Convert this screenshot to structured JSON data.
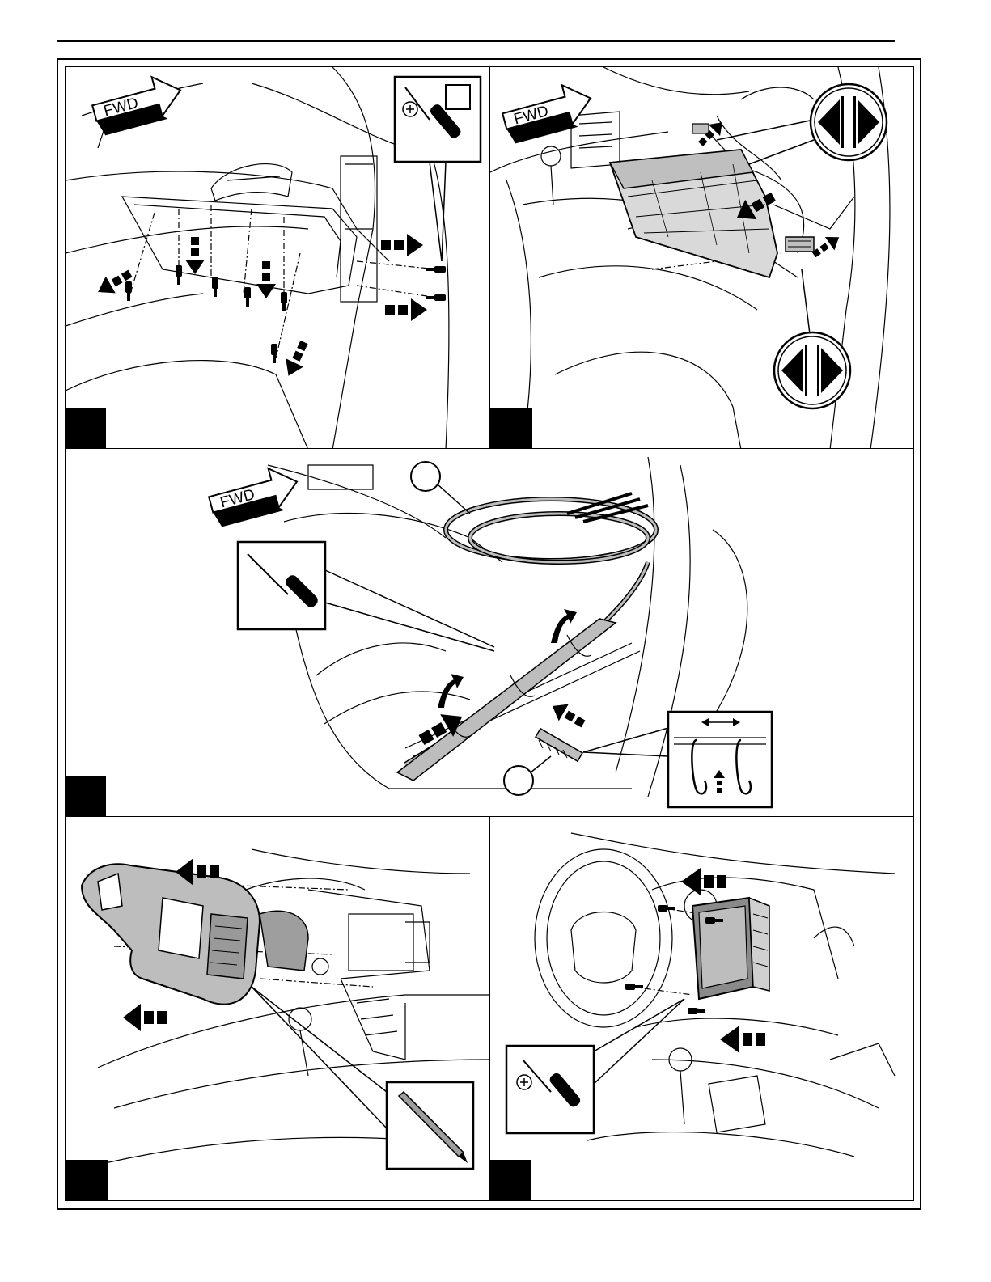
{
  "page": {
    "panels": [
      {
        "id": "p1",
        "fwd_label": "FWD",
        "tool": "phillips-screwdriver",
        "step_label": ""
      },
      {
        "id": "p2",
        "fwd_label": "FWD",
        "tool": "connector-disconnect",
        "step_label": ""
      },
      {
        "id": "p3",
        "fwd_label": "FWD",
        "tool": "trim-panel-tool",
        "step_label": ""
      },
      {
        "id": "p4",
        "fwd_label": "",
        "tool": "trim-stick",
        "step_label": ""
      },
      {
        "id": "p5",
        "fwd_label": "",
        "tool": "phillips-screwdriver",
        "step_label": ""
      }
    ]
  },
  "colors": {
    "ink": "#000000",
    "fill_gray": "#bdbdbd",
    "background": "#ffffff"
  }
}
